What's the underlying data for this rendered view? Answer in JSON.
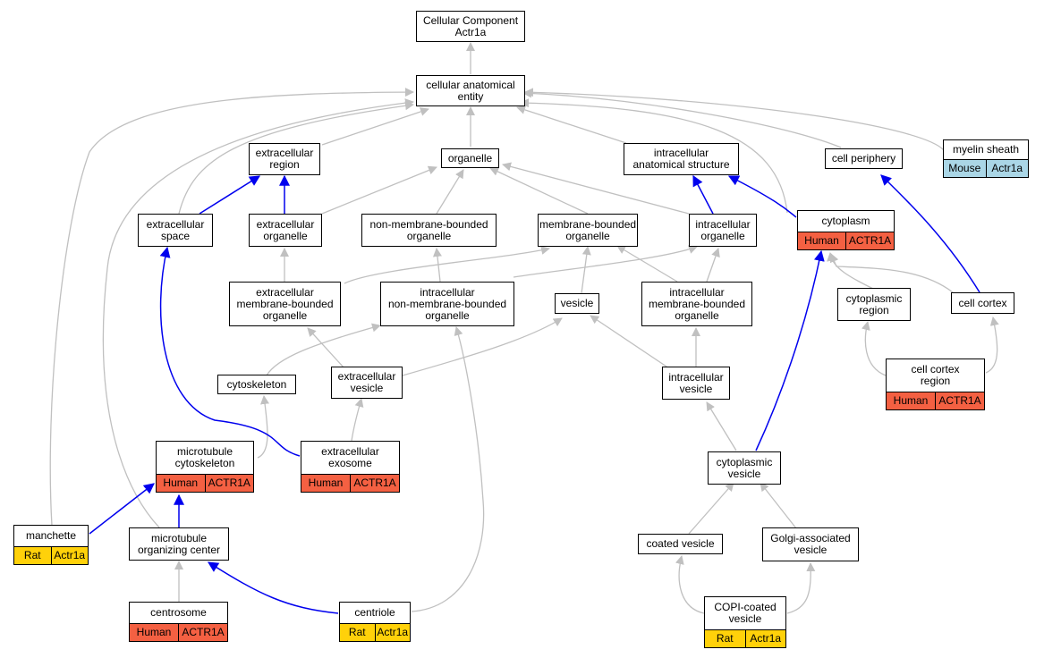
{
  "nodes": {
    "root": {
      "lines": [
        "Cellular Component",
        "Actr1a"
      ]
    },
    "cae": {
      "lines": [
        "cellular anatomical",
        "entity"
      ]
    },
    "extra_region": {
      "lines": [
        "extracellular",
        "region"
      ]
    },
    "organelle": {
      "lines": [
        "organelle"
      ]
    },
    "ias": {
      "lines": [
        "intracellular",
        "anatomical structure"
      ]
    },
    "cell_periphery": {
      "lines": [
        "cell periphery"
      ]
    },
    "myelin": {
      "lines": [
        "myelin sheath"
      ],
      "ann": [
        "Mouse",
        "Actr1a"
      ]
    },
    "extra_space": {
      "lines": [
        "extracellular",
        "space"
      ]
    },
    "extra_organelle": {
      "lines": [
        "extracellular",
        "organelle"
      ]
    },
    "nmbo": {
      "lines": [
        "non-membrane-bounded",
        "organelle"
      ]
    },
    "mbo": {
      "lines": [
        "membrane-bounded",
        "organelle"
      ]
    },
    "intra_organelle": {
      "lines": [
        "intracellular",
        "organelle"
      ]
    },
    "cytoplasm": {
      "lines": [
        "cytoplasm"
      ],
      "ann": [
        "Human",
        "ACTR1A"
      ]
    },
    "embo": {
      "lines": [
        "extracellular",
        "membrane-bounded",
        "organelle"
      ]
    },
    "inmbo": {
      "lines": [
        "intracellular",
        "non-membrane-bounded",
        "organelle"
      ]
    },
    "vesicle": {
      "lines": [
        "vesicle"
      ]
    },
    "imbo": {
      "lines": [
        "intracellular",
        "membrane-bounded",
        "organelle"
      ]
    },
    "cyto_region": {
      "lines": [
        "cytoplasmic",
        "region"
      ]
    },
    "cell_cortex": {
      "lines": [
        "cell cortex"
      ]
    },
    "cytoskeleton": {
      "lines": [
        "cytoskeleton"
      ]
    },
    "extra_vesicle": {
      "lines": [
        "extracellular",
        "vesicle"
      ]
    },
    "intra_vesicle": {
      "lines": [
        "intracellular",
        "vesicle"
      ]
    },
    "cc_region": {
      "lines": [
        "cell cortex",
        "region"
      ],
      "ann": [
        "Human",
        "ACTR1A"
      ]
    },
    "mt_cytoskeleton": {
      "lines": [
        "microtubule",
        "cytoskeleton"
      ],
      "ann": [
        "Human",
        "ACTR1A"
      ]
    },
    "exosome": {
      "lines": [
        "extracellular",
        "exosome"
      ],
      "ann": [
        "Human",
        "ACTR1A"
      ]
    },
    "cyto_vesicle": {
      "lines": [
        "cytoplasmic",
        "vesicle"
      ]
    },
    "manchette": {
      "lines": [
        "manchette"
      ],
      "ann": [
        "Rat",
        "Actr1a"
      ]
    },
    "mtoc": {
      "lines": [
        "microtubule",
        "organizing center"
      ]
    },
    "coated_vesicle": {
      "lines": [
        "coated vesicle"
      ]
    },
    "golgi_vesicle": {
      "lines": [
        "Golgi-associated",
        "vesicle"
      ]
    },
    "centrosome": {
      "lines": [
        "centrosome"
      ],
      "ann": [
        "Human",
        "ACTR1A"
      ]
    },
    "centriole": {
      "lines": [
        "centriole"
      ],
      "ann": [
        "Rat",
        "Actr1a"
      ]
    },
    "copi": {
      "lines": [
        "COPI-coated",
        "vesicle"
      ],
      "ann": [
        "Rat",
        "Actr1a"
      ]
    }
  },
  "colors": {
    "edge_default": "#c0c0c0",
    "edge_highlight": "#0000ee",
    "human": "#f46042",
    "rat": "#ffd10a",
    "mouse": "#aad6e6"
  }
}
